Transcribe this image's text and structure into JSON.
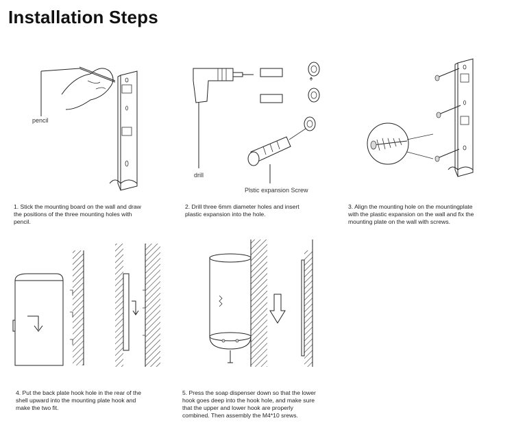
{
  "title": "Installation Steps",
  "labels": {
    "pencil": "pencil",
    "drill": "drill",
    "plastic_screw": "Plstic expansion Screw"
  },
  "steps": [
    {
      "text": "1. Stick the mounting board on the wall and draw\n the positions of the three mounting holes with\npencil."
    },
    {
      "text": "2. Drill three 6mm diameter holes and insert\nplastic expansion into the hole."
    },
    {
      "text": "3. Align the mounting hole on the mountingplate\nwith the plastic expansion on the wall and fix the\nmounting plate on the wall with screws."
    },
    {
      "text": "4. Put the back plate hook hole in the rear of the\nshell upward into the mounting plate hook and\nmake the two fit."
    },
    {
      "text": "5.  Press the soap dispenser down so that the lower\nhook goes deep into the hook hole, and make sure\nthat the upper and lower hook are properly\ncombined. Then assembly the M4*10 srews."
    }
  ]
}
